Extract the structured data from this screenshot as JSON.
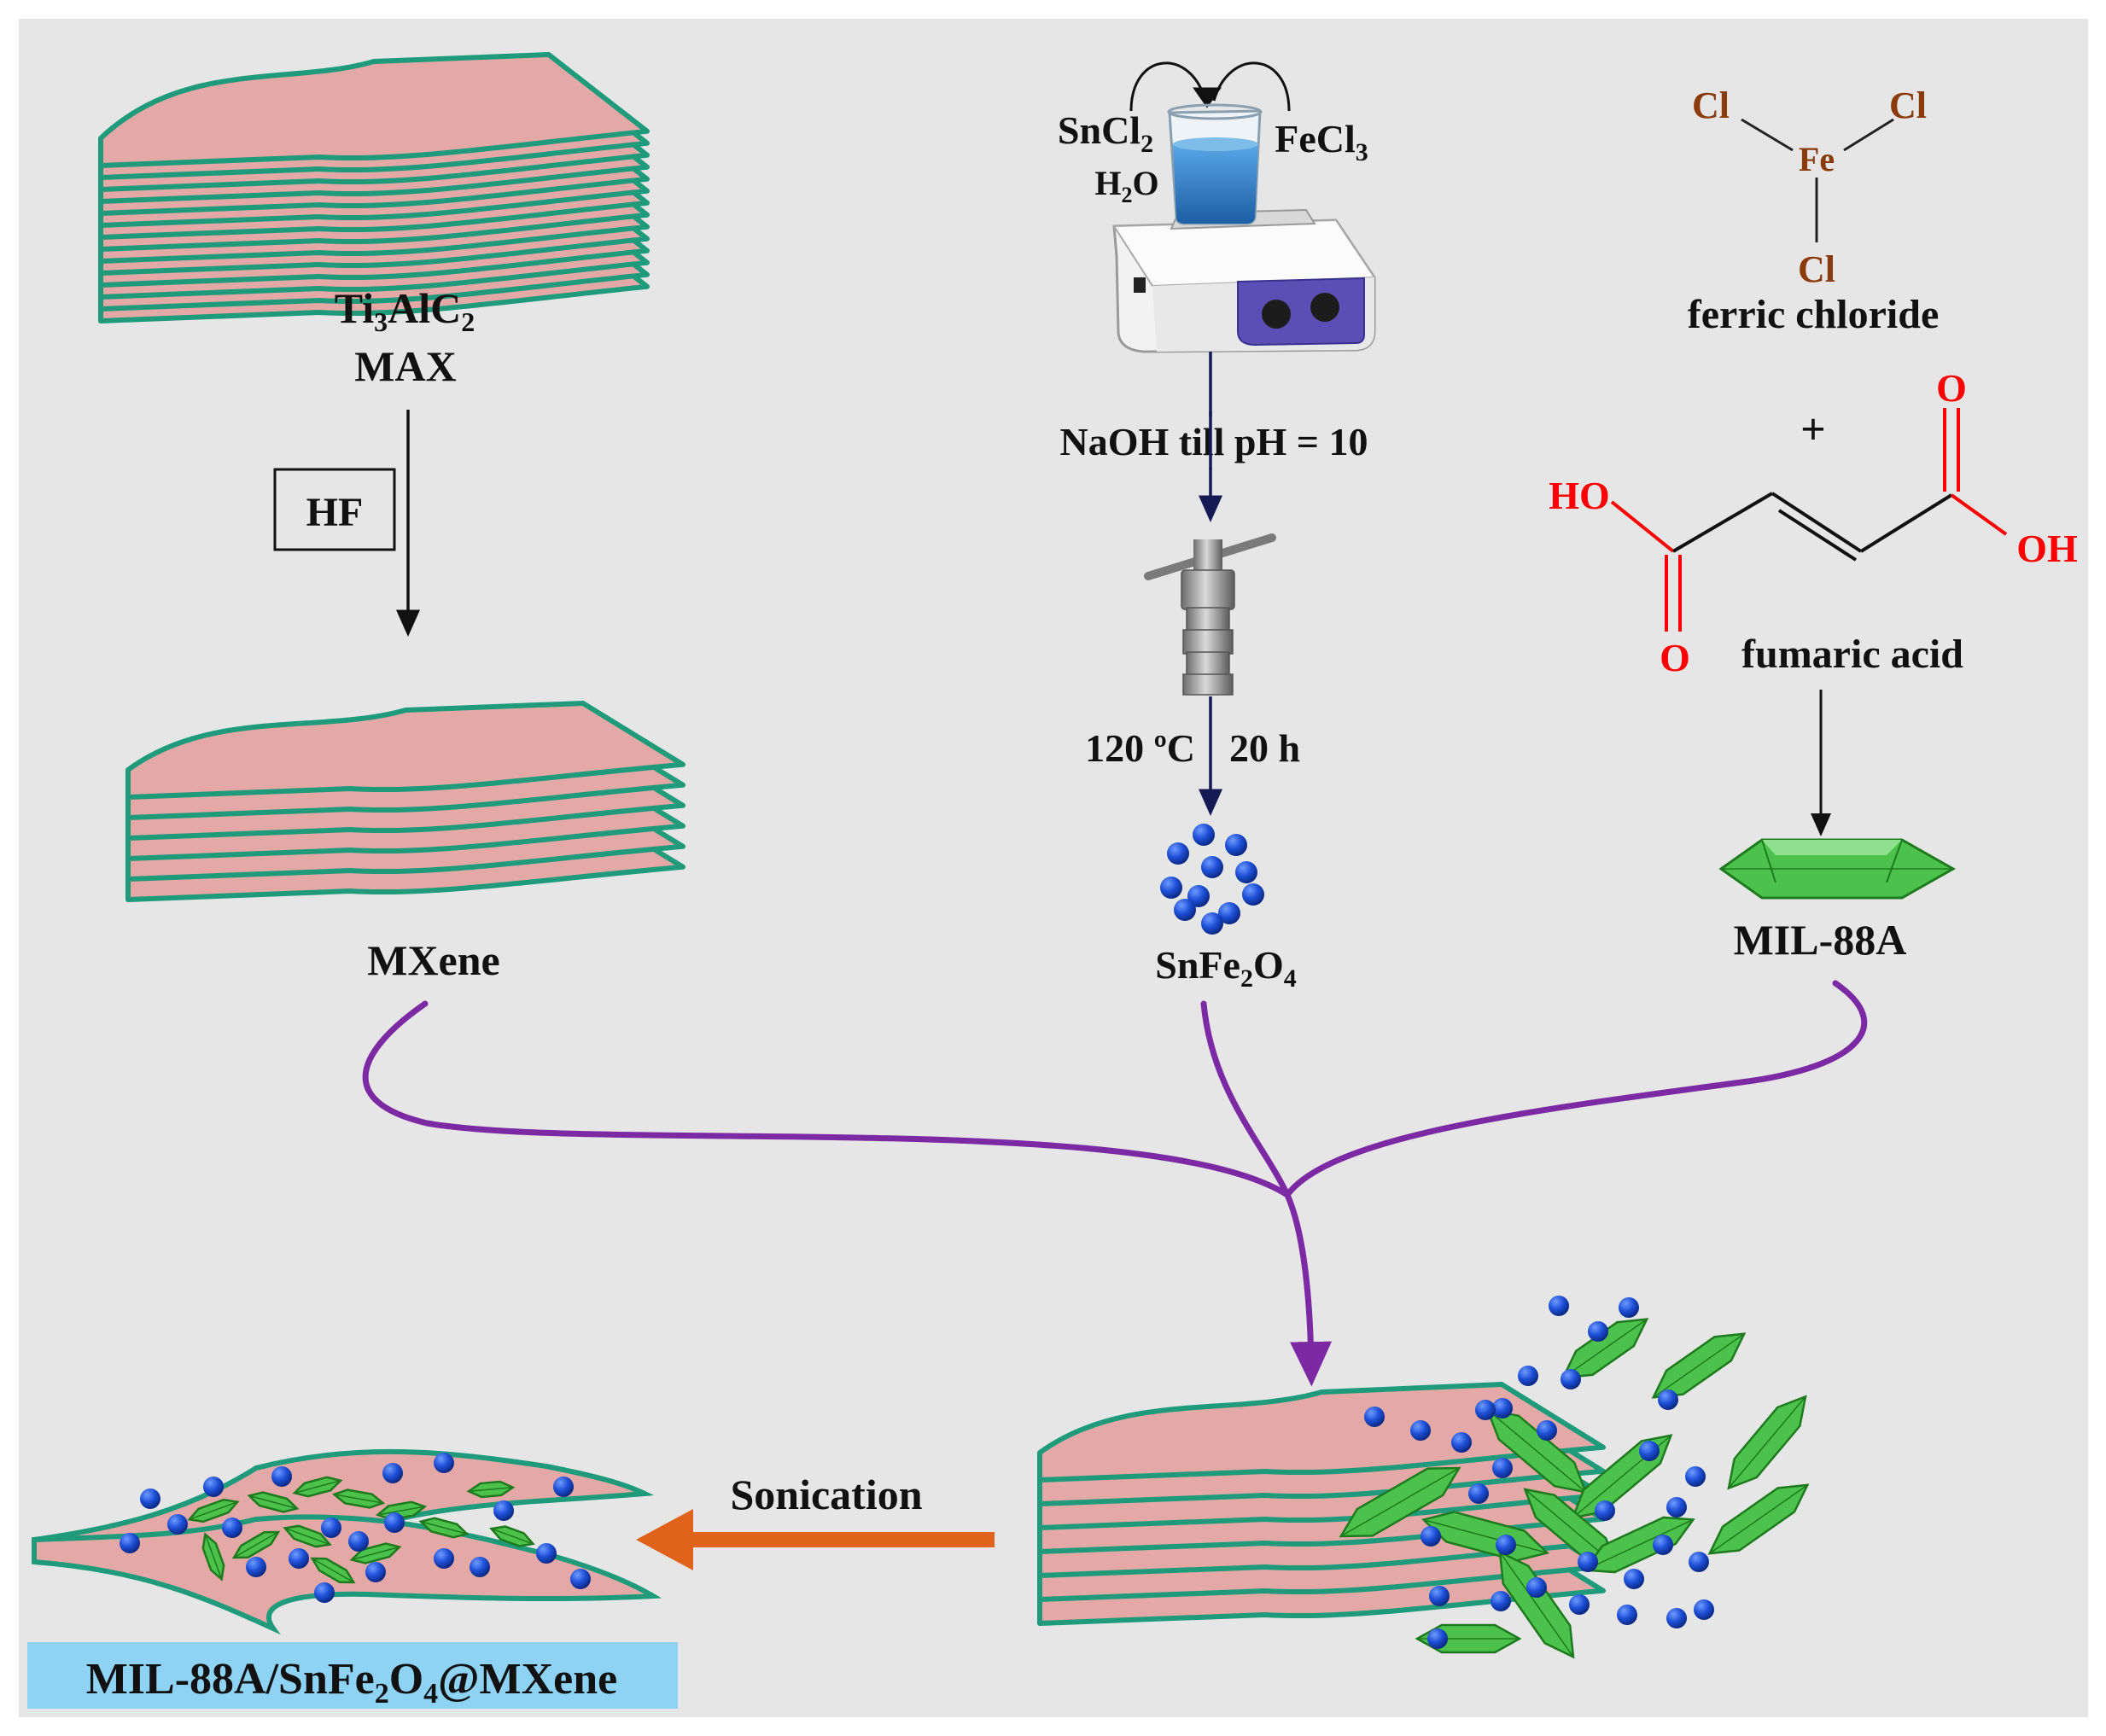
{
  "colors": {
    "panel_bg": "#e6e6e6",
    "sheet_fill": "#e4a9a6",
    "sheet_edge": "#1f9b7c",
    "particle_blue": "#1d4fd6",
    "crystal_green": "#4cc24c",
    "merge_arrow": "#7b2aa3",
    "sonication_arrow": "#e0631c",
    "process_arrow": "#151a55",
    "beaker_liquid": "#2b7fc8",
    "chem_brown": "#8b3a0a",
    "oxygen_red": "#ff0000",
    "label_highlight": "#8fd3f4"
  },
  "icons": {
    "beaker": "beaker-icon",
    "stirrer": "magnetic-stirrer-icon",
    "autoclave": "autoclave-icon",
    "particles": "particles-icon",
    "crystal": "crystal-icon"
  },
  "max": {
    "label_prefix": "Ti",
    "sub1": "3",
    "label_mid": "AlC",
    "sub2": "2",
    "name": "MAX"
  },
  "hf": {
    "label": "HF"
  },
  "mxene": {
    "label": "MXene"
  },
  "synthesis": {
    "reagent_left": "SnCl",
    "reagent_left_sub": "2",
    "reagent_right": "FeCl",
    "reagent_right_sub": "3",
    "solvent": "H",
    "solvent_sub": "2",
    "solvent_tail": "O",
    "naoh": "NaOH till pH = 10",
    "temp": "120 ºC",
    "time": "20 h",
    "product": "SnFe",
    "product_sub1": "2",
    "product_mid": "O",
    "product_sub2": "4"
  },
  "chemistry": {
    "cl_left": "Cl",
    "cl_right": "Cl",
    "fe": "Fe",
    "cl_bottom": "Cl",
    "ferric_name": "ferric chloride",
    "plus": "+",
    "o_top": "O",
    "ho_left": "HO",
    "oh_right": "OH",
    "o_bottom": "O",
    "fumaric_name": "fumaric acid",
    "mof_label": "MIL-88A"
  },
  "process": {
    "sonication": "Sonication"
  },
  "final": {
    "p1": "MIL-88A/SnFe",
    "s1": "2",
    "p2": "O",
    "s2": "4",
    "p3": "@MXene"
  }
}
